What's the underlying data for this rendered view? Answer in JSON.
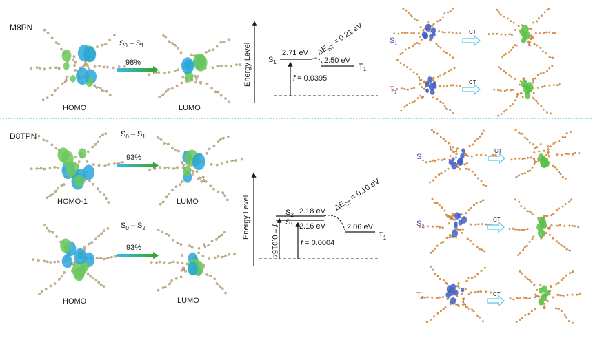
{
  "colors": {
    "orbital_blue": "#29a6dc",
    "orbital_green": "#6ac85a",
    "atom_tan": "#c8b58a",
    "atom_orange": "#f0932f",
    "density_blue": "#3f5fc8",
    "density_green": "#58c24a",
    "divider": "#29b6e0",
    "arrow_start": "#35b9e8",
    "arrow_end": "#3aa53a",
    "ct_arrow": "#57c3e8"
  },
  "m8pn": {
    "title": "M8PN",
    "transition": {
      "from": "S",
      "from_sub": "0",
      "to": "S",
      "to_sub": "1",
      "percent": "98%"
    },
    "homo_label": "HOMO",
    "lumo_label": "LUMO",
    "energy": {
      "axis_label": "Energy Level",
      "s1_label": "S",
      "s1_sub": "1",
      "s1_value": "2.71 eV",
      "t1_value": "2.50 eV",
      "t1_label": "T",
      "t1_sub": "1",
      "f_symbol": "f",
      "f_value": " = 0.0395",
      "dest_delta": "ΔE",
      "dest_sub": "ST",
      "dest_value": " = 0.21 eV"
    },
    "density": [
      {
        "state": "S",
        "sub": "1",
        "ct": "CT"
      },
      {
        "state": "T",
        "sub": "1",
        "ct": "CT"
      }
    ]
  },
  "d8tpn": {
    "title": "D8TPN",
    "transitions": [
      {
        "from": "S",
        "from_sub": "0",
        "to": "S",
        "to_sub": "1",
        "percent": "93%",
        "left_label": "HOMO-1",
        "right_label": "LUMO"
      },
      {
        "from": "S",
        "from_sub": "0",
        "to": "S",
        "to_sub": "2",
        "percent": "93%",
        "left_label": "HOMO",
        "right_label": "LUMO"
      }
    ],
    "energy": {
      "axis_label": "Energy Level",
      "s2_label": "S",
      "s2_sub": "2",
      "s1_label": "S",
      "s1_sub": "1",
      "s2_value": "2.18 eV",
      "s1_value": "2.16 eV",
      "t1_value": "2.06 eV",
      "t1_label": "T",
      "t1_sub": "1",
      "f1_symbol": "f",
      "f1_value": " = 0.0154",
      "f2_symbol": "f",
      "f2_value": " = 0.0004",
      "dest_delta": "ΔE",
      "dest_sub": "ST",
      "dest_value": " = 0.10 eV"
    },
    "density": [
      {
        "state": "S",
        "sub": "1",
        "ct": "CT"
      },
      {
        "state": "S",
        "sub": "2",
        "ct": "CT"
      },
      {
        "state": "T",
        "sub": "1",
        "ct": "CT"
      }
    ]
  }
}
